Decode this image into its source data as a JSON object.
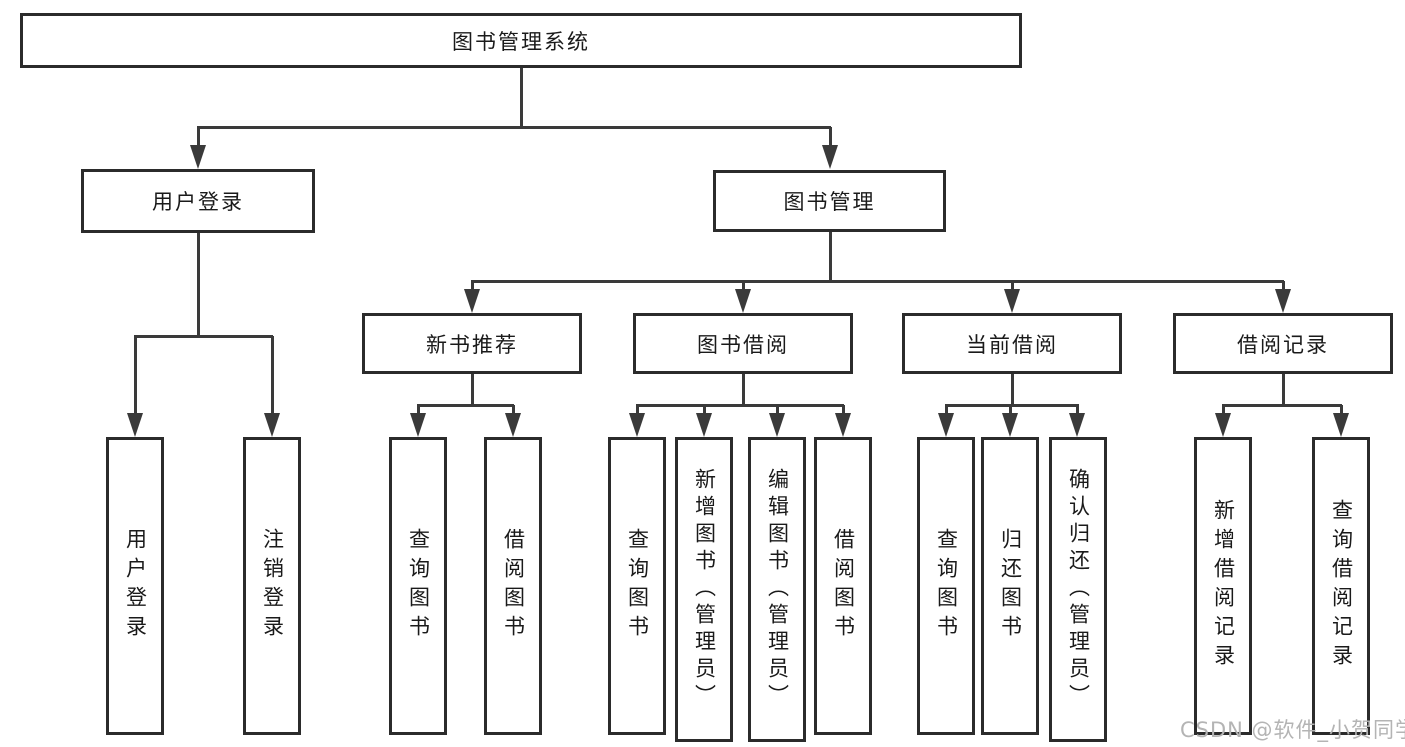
{
  "diagram": {
    "root": {
      "label": "图书管理系统"
    },
    "user_login": {
      "label": "用户登录",
      "children": [
        {
          "label": "用户登录"
        },
        {
          "label": "注销登录"
        }
      ]
    },
    "book_management": {
      "label": "图书管理",
      "sections": [
        {
          "label": "新书推荐",
          "children": [
            {
              "label": "查询图书"
            },
            {
              "label": "借阅图书"
            }
          ]
        },
        {
          "label": "图书借阅",
          "children": [
            {
              "label": "查询图书"
            },
            {
              "label": "新增图书（管理员）"
            },
            {
              "label": "编辑图书（管理员）"
            },
            {
              "label": "借阅图书"
            }
          ]
        },
        {
          "label": "当前借阅",
          "children": [
            {
              "label": "查询图书"
            },
            {
              "label": "归还图书"
            },
            {
              "label": "确认归还（管理员）"
            }
          ]
        },
        {
          "label": "借阅记录",
          "children": [
            {
              "label": "新增借阅记录"
            },
            {
              "label": "查询借阅记录"
            }
          ]
        }
      ]
    }
  },
  "watermark": {
    "text": "CSDN @软件_小贺同学"
  },
  "colors": {
    "background": "#ffffff",
    "box_border": "#2b2b2b",
    "line": "#3a3a3a",
    "text": "#1a1a1a",
    "watermark": "#b4b4b4"
  }
}
